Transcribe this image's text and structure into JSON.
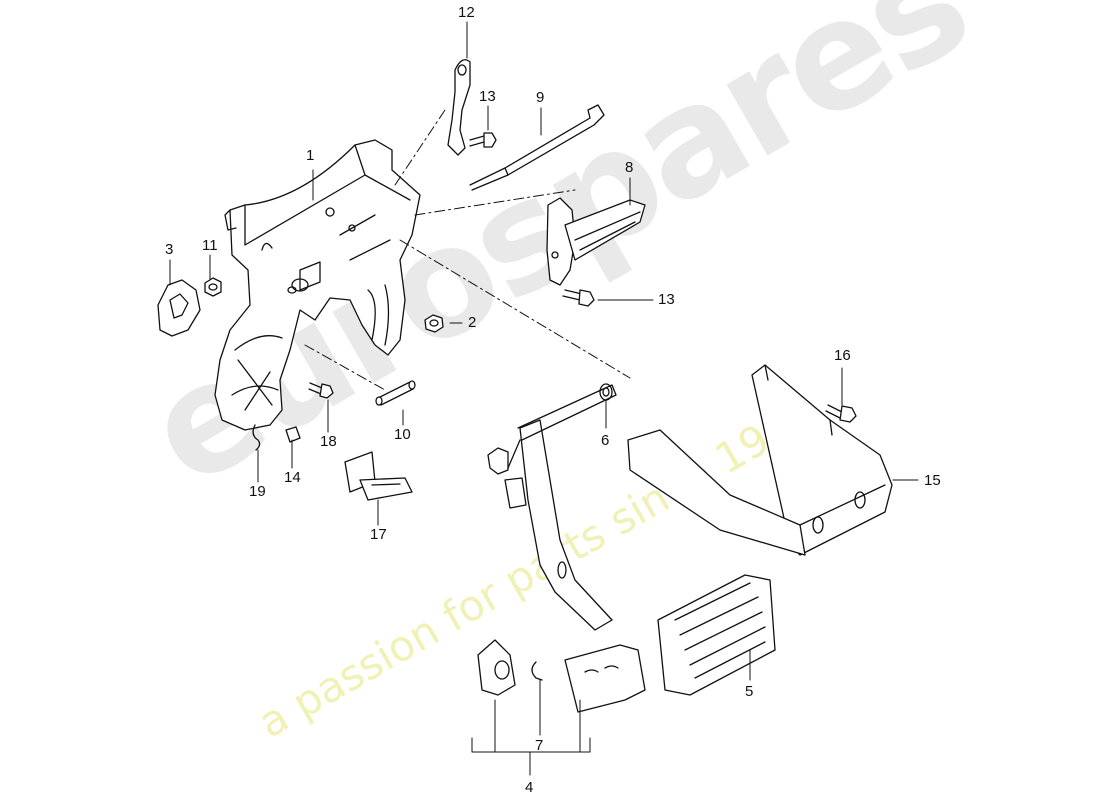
{
  "watermark": {
    "logo": "eurospares",
    "tagline": "a passion for parts since 1985"
  },
  "diagram": {
    "callouts": [
      {
        "id": "c1",
        "text": "1"
      },
      {
        "id": "c2",
        "text": "2"
      },
      {
        "id": "c3",
        "text": "3"
      },
      {
        "id": "c4",
        "text": "4"
      },
      {
        "id": "c5",
        "text": "5"
      },
      {
        "id": "c6",
        "text": "6"
      },
      {
        "id": "c7",
        "text": "7"
      },
      {
        "id": "c8",
        "text": "8"
      },
      {
        "id": "c9",
        "text": "9"
      },
      {
        "id": "c10",
        "text": "10"
      },
      {
        "id": "c11",
        "text": "11"
      },
      {
        "id": "c12",
        "text": "12"
      },
      {
        "id": "c13a",
        "text": "13"
      },
      {
        "id": "c13b",
        "text": "13"
      },
      {
        "id": "c14",
        "text": "14"
      },
      {
        "id": "c15",
        "text": "15"
      },
      {
        "id": "c16",
        "text": "16"
      },
      {
        "id": "c17",
        "text": "17"
      },
      {
        "id": "c18",
        "text": "18"
      },
      {
        "id": "c19",
        "text": "19"
      }
    ]
  }
}
